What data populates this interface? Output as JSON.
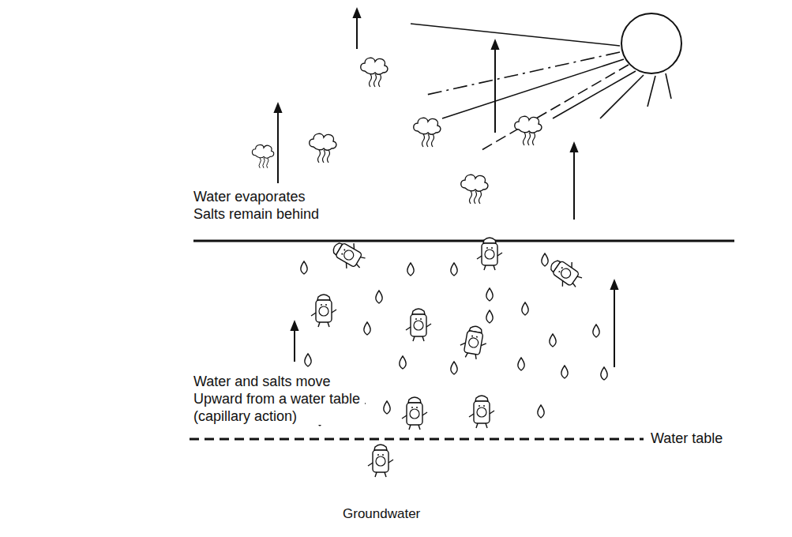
{
  "diagram": {
    "labels": [
      "Water evaporates Salts remain behind",
      "Water and salts move Upward from a water table (capillary action)",
      "Water table",
      "Groundwater"
    ]
  }
}
